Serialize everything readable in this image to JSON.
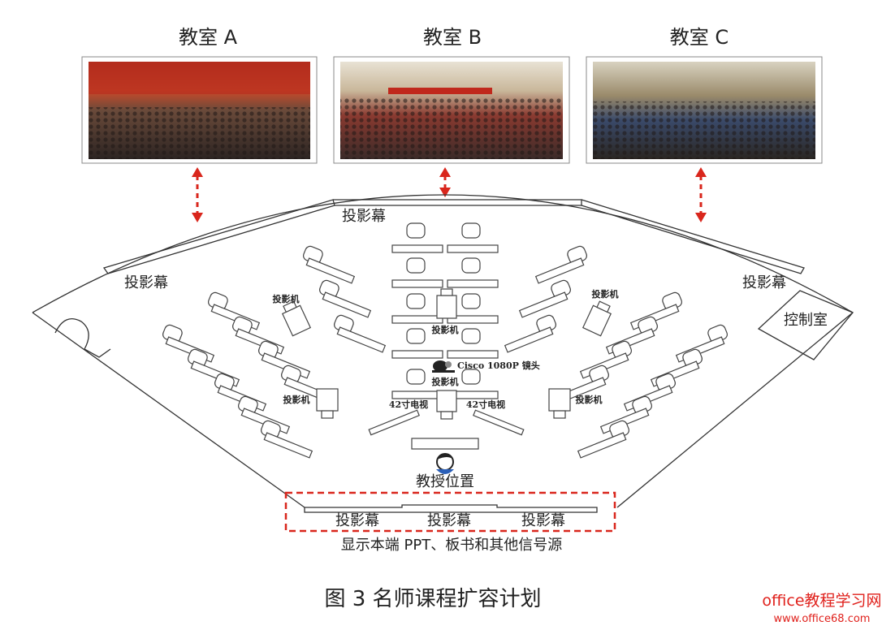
{
  "classrooms": [
    {
      "label": "教室 A"
    },
    {
      "label": "教室 B"
    },
    {
      "label": "教室 C"
    }
  ],
  "screens": {
    "top_center": "投影幕",
    "left": "投影幕",
    "right": "投影幕",
    "bottom": [
      "投影幕",
      "投影幕",
      "投影幕"
    ]
  },
  "rooms": {
    "control_room": "控制室"
  },
  "equipment": {
    "projector_label": "投影机",
    "camera_label": "Cisco 1080P 镜头",
    "tv_label": "42寸电视"
  },
  "teacher_position": "教授位置",
  "bottom_caption": "显示本端 PPT、板书和其他信号源",
  "figure_caption": "图 3  名师课程扩容计划",
  "watermark": {
    "line1": "office教程学习网",
    "line2": "www.office68.com"
  },
  "colors": {
    "accent_red": "#d9261c",
    "line": "#333333"
  }
}
